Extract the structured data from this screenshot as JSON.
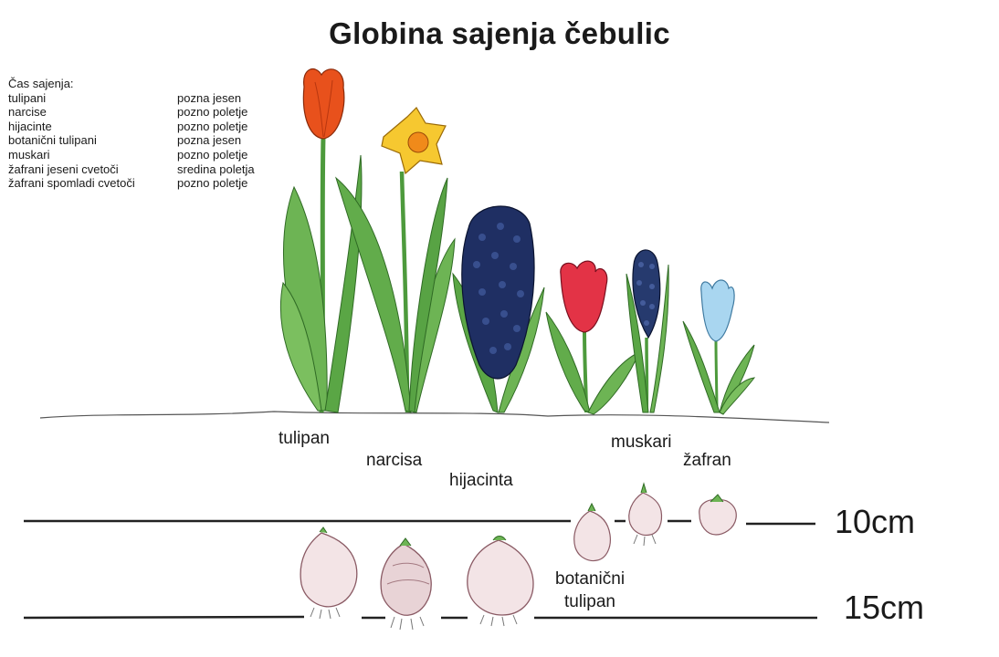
{
  "title": "Globina sajenja čebulic",
  "legend": {
    "heading": "Čas sajenja:",
    "rows": [
      {
        "name": "tulipani",
        "time": "pozna jesen"
      },
      {
        "name": "narcise",
        "time": "pozno poletje"
      },
      {
        "name": "hijacinte",
        "time": "pozno poletje"
      },
      {
        "name": "botanični tulipani",
        "time": "pozna jesen"
      },
      {
        "name": "muskari",
        "time": "pozno poletje"
      },
      {
        "name": "žafrani jeseni cvetoči",
        "time": "sredina poletja"
      },
      {
        "name": "žafrani spomladi cvetoči",
        "time": "pozno poletje"
      }
    ]
  },
  "plants": {
    "tulipan": "tulipan",
    "narcisa": "narcisa",
    "hijacinta": "hijacinta",
    "muskari": "muskari",
    "zafran": "žafran",
    "botanicni_line1": "botanični",
    "botanicni_line2": "tulipan"
  },
  "depths": {
    "d10": "10cm",
    "d15": "15cm"
  },
  "colors": {
    "tulip_orange": "#e8511c",
    "narcissus_yellow": "#f4b41a",
    "hyacinth_blue": "#1f2f63",
    "botanical_red": "#e33346",
    "muscari_blue": "#263a6e",
    "crocus_blue": "#a9d6f0",
    "leaf_green": "#5faa45",
    "bulb_pink": "#f3e4e6"
  }
}
